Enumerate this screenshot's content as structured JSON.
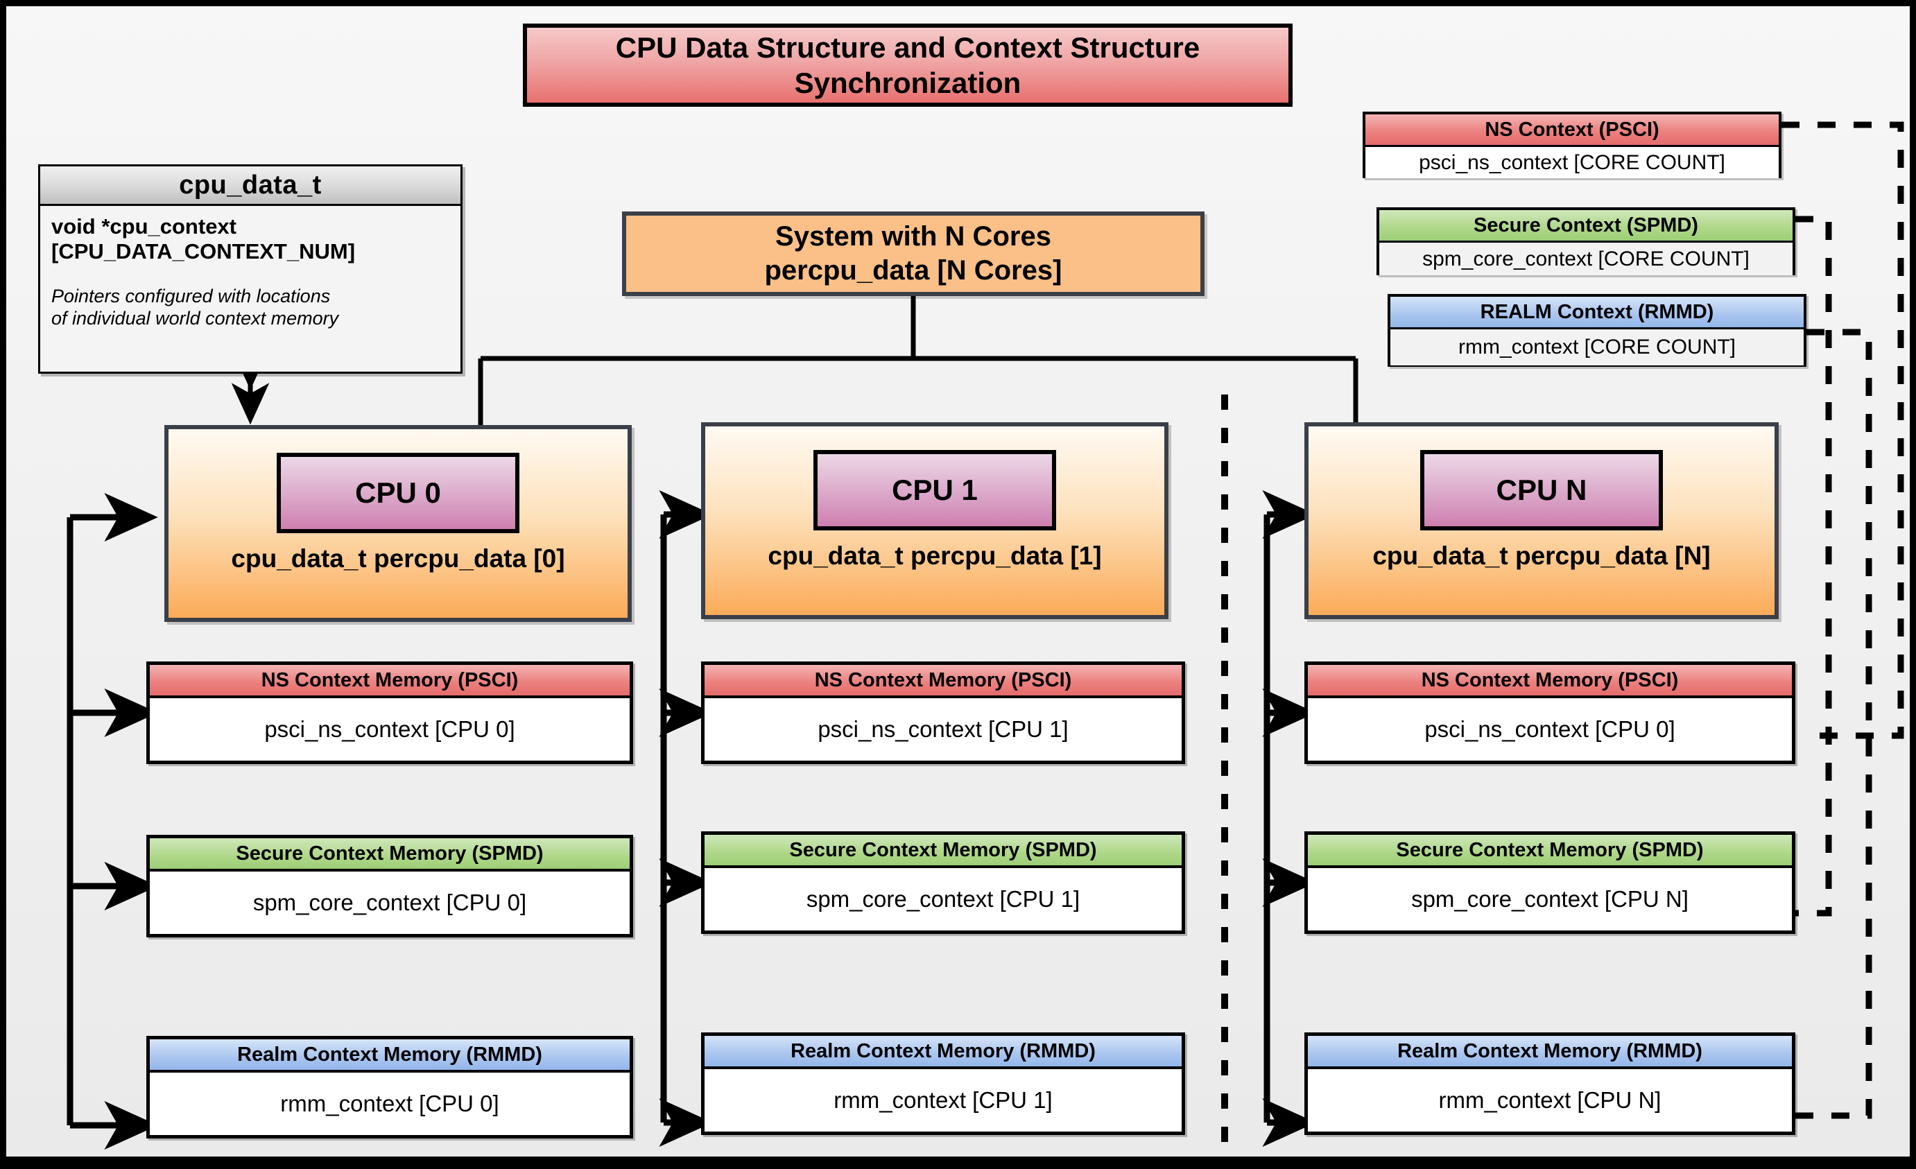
{
  "title": "CPU Data Structure and Context Structure Synchronization",
  "cpu_data_t": {
    "name": "cpu_data_t",
    "field": "void  *cpu_context [CPU_DATA_CONTEXT_NUM]",
    "note": "Pointers configured with locations of individual world context memory"
  },
  "system": {
    "line1": "System with N Cores",
    "line2": "percpu_data [N Cores]"
  },
  "global_contexts": [
    {
      "title": "NS Context  (PSCI)",
      "value": "psci_ns_context [CORE COUNT]",
      "color": "#e8716f"
    },
    {
      "title": "Secure Context (SPMD)",
      "value": "spm_core_context [CORE COUNT]",
      "color": "#9ccf76"
    },
    {
      "title": "REALM Context (RMMD)",
      "value": "rmm_context [CORE COUNT]",
      "color": "#93b7ea"
    }
  ],
  "cpus": [
    {
      "chip": "CPU 0",
      "struct": "cpu_data_t percpu_data [0]",
      "memories": [
        {
          "title": "NS Context Memory (PSCI)",
          "value": "psci_ns_context [CPU 0]"
        },
        {
          "title": "Secure Context Memory (SPMD)",
          "value": "spm_core_context [CPU 0]"
        },
        {
          "title": "Realm Context Memory (RMMD)",
          "value": "rmm_context [CPU 0]"
        }
      ]
    },
    {
      "chip": "CPU 1",
      "struct": "cpu_data_t percpu_data [1]",
      "memories": [
        {
          "title": "NS Context Memory (PSCI)",
          "value": "psci_ns_context [CPU 1]"
        },
        {
          "title": "Secure Context Memory (SPMD)",
          "value": "spm_core_context [CPU 1]"
        },
        {
          "title": "Realm Context Memory (RMMD)",
          "value": "rmm_context [CPU 1]"
        }
      ]
    },
    {
      "chip": "CPU N",
      "struct": "cpu_data_t percpu_data [N]",
      "memories": [
        {
          "title": "NS Context Memory (PSCI)",
          "value": "psci_ns_context [CPU 0]"
        },
        {
          "title": "Secure Context Memory (SPMD)",
          "value": "spm_core_context [CPU N]"
        },
        {
          "title": "Realm Context Memory (RMMD)",
          "value": "rmm_context [CPU N]"
        }
      ]
    }
  ],
  "colors": {
    "ns": "#e8716f",
    "secure": "#9ccf76",
    "realm": "#93b7ea",
    "cpu_chip": "#cf7fb0",
    "percpu": "#fbab58",
    "title": "#e8716f",
    "frame": "#000000"
  }
}
